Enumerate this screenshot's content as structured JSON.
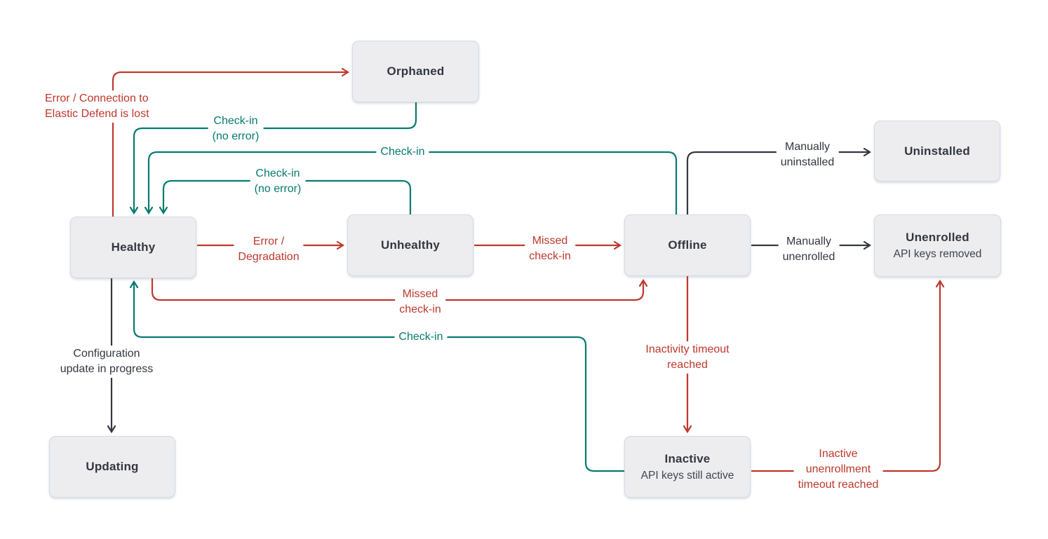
{
  "colors": {
    "red": "#be382c",
    "teal": "#077a6f",
    "dark": "#343741",
    "node_fill": "#ededf0",
    "node_border": "#d3dae6",
    "subtitle": "#3f4450",
    "background": "#ffffff"
  },
  "nodes": {
    "orphaned": {
      "title": "Orphaned"
    },
    "healthy": {
      "title": "Healthy"
    },
    "unhealthy": {
      "title": "Unhealthy"
    },
    "offline": {
      "title": "Offline"
    },
    "uninstalled": {
      "title": "Uninstalled"
    },
    "unenrolled": {
      "title": "Unenrolled",
      "subtitle": "API keys removed"
    },
    "inactive": {
      "title": "Inactive",
      "subtitle": "API keys still active"
    },
    "updating": {
      "title": "Updating"
    }
  },
  "labels": {
    "error_connection": {
      "lines": [
        "Error / Connection to",
        "Elastic Defend is lost"
      ],
      "color": "red"
    },
    "checkin_no_error_orphaned": {
      "lines": [
        "Check-in",
        "(no error)"
      ],
      "color": "teal"
    },
    "checkin_offline": {
      "lines": [
        "Check-in"
      ],
      "color": "teal"
    },
    "checkin_no_error_unhealthy": {
      "lines": [
        "Check-in",
        "(no error)"
      ],
      "color": "teal"
    },
    "error_degradation": {
      "lines": [
        "Error /",
        "Degradation"
      ],
      "color": "red"
    },
    "missed_checkin_mid": {
      "lines": [
        "Missed",
        "check-in"
      ],
      "color": "red"
    },
    "manually_uninstalled": {
      "lines": [
        "Manually",
        "uninstalled"
      ],
      "color": "dark"
    },
    "manually_unenrolled": {
      "lines": [
        "Manually",
        "unenrolled"
      ],
      "color": "dark"
    },
    "missed_checkin_bottom": {
      "lines": [
        "Missed",
        "check-in"
      ],
      "color": "red"
    },
    "checkin_inactive": {
      "lines": [
        "Check-in"
      ],
      "color": "teal"
    },
    "inactivity_timeout": {
      "lines": [
        "Inactivity timeout",
        "reached"
      ],
      "color": "red"
    },
    "inactive_unenrollment": {
      "lines": [
        "Inactive",
        "unenrollment",
        "timeout reached"
      ],
      "color": "red"
    },
    "configuration_update": {
      "lines": [
        "Configuration",
        "update in progress"
      ],
      "color": "dark"
    }
  },
  "edges": [
    {
      "from": "healthy",
      "to": "orphaned",
      "color": "red",
      "label": "Error / Connection to Elastic Defend is lost"
    },
    {
      "from": "orphaned",
      "to": "healthy",
      "color": "teal",
      "label": "Check-in (no error)"
    },
    {
      "from": "offline",
      "to": "healthy",
      "color": "teal",
      "label": "Check-in"
    },
    {
      "from": "unhealthy",
      "to": "healthy",
      "color": "teal",
      "label": "Check-in (no error)"
    },
    {
      "from": "healthy",
      "to": "unhealthy",
      "color": "red",
      "label": "Error / Degradation"
    },
    {
      "from": "unhealthy",
      "to": "offline",
      "color": "red",
      "label": "Missed check-in"
    },
    {
      "from": "offline",
      "to": "uninstalled",
      "color": "dark",
      "label": "Manually uninstalled"
    },
    {
      "from": "offline",
      "to": "unenrolled",
      "color": "dark",
      "label": "Manually unenrolled"
    },
    {
      "from": "healthy",
      "to": "offline",
      "color": "red",
      "label": "Missed check-in"
    },
    {
      "from": "inactive",
      "to": "healthy",
      "color": "teal",
      "label": "Check-in"
    },
    {
      "from": "offline",
      "to": "inactive",
      "color": "red",
      "label": "Inactivity timeout reached"
    },
    {
      "from": "inactive",
      "to": "unenrolled",
      "color": "red",
      "label": "Inactive unenrollment timeout reached"
    },
    {
      "from": "healthy",
      "to": "updating",
      "color": "dark",
      "label": "Configuration update in progress"
    }
  ]
}
